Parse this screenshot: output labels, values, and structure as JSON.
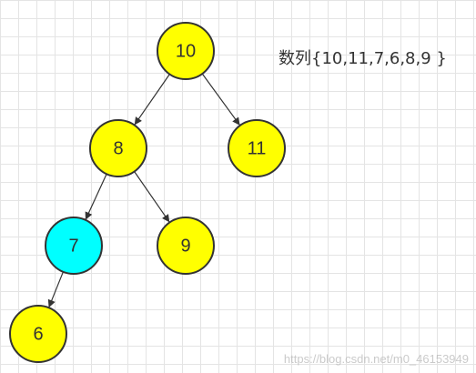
{
  "sequence_label": "数列{10,11,7,6,8,9 }",
  "watermark": "https://blog.csdn.net/m0_46153949",
  "colors": {
    "node_default": "#ffff00",
    "node_highlight": "#00ffff",
    "node_stroke": "#333333",
    "edge": "#333333",
    "text": "#333333"
  },
  "tree": {
    "nodes": [
      {
        "id": "n10",
        "label": "10",
        "highlight": false
      },
      {
        "id": "n8",
        "label": "8",
        "highlight": false
      },
      {
        "id": "n11",
        "label": "11",
        "highlight": false
      },
      {
        "id": "n7",
        "label": "7",
        "highlight": true
      },
      {
        "id": "n9",
        "label": "9",
        "highlight": false
      },
      {
        "id": "n6",
        "label": "6",
        "highlight": false
      }
    ],
    "edges": [
      {
        "from": "n10",
        "to": "n8"
      },
      {
        "from": "n10",
        "to": "n11"
      },
      {
        "from": "n8",
        "to": "n7"
      },
      {
        "from": "n8",
        "to": "n9"
      },
      {
        "from": "n7",
        "to": "n6"
      }
    ]
  }
}
